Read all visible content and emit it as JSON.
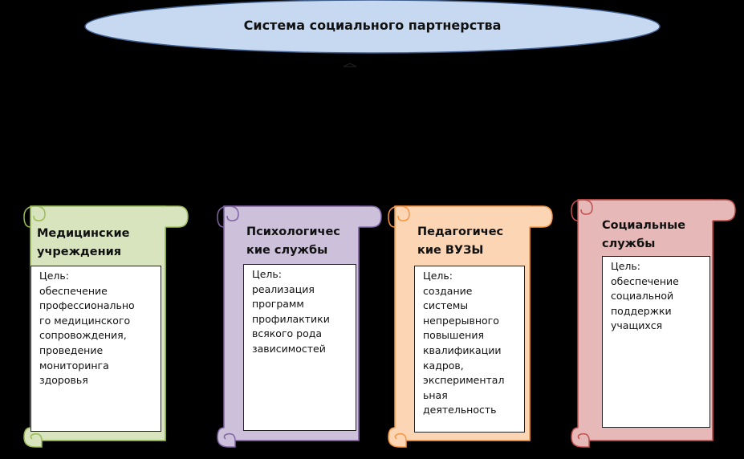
{
  "diagram": {
    "root": {
      "title": "Система социального партнерства",
      "fill": "#c6d9f1"
    },
    "nodes": [
      {
        "id": "medical",
        "title": "Медицинские\nучреждения",
        "body": "Цель:\nобеспечение\nпрофессионально\nго медицинского\nсопровождения,\nпроведение\nмониторинга\nздоровья",
        "fill": "#d7e4bd",
        "stroke": "#9bbb59"
      },
      {
        "id": "psych",
        "title": "Психологичес\nкие службы",
        "body": "Цель:\nреализация\nпрограмм\nпрофилактики\nвсякого рода\nзависимостей",
        "fill": "#ccc0da",
        "stroke": "#8064a2"
      },
      {
        "id": "pedagog",
        "title": "Педагогичес\nкие ВУЗЫ",
        "body": "Цель:\nсоздание\nсистемы\nнепрерывного\nповышения\nквалификации\nкадров,\nэкспериментал\nьная\nдеятельность",
        "fill": "#fcd5b5",
        "stroke": "#f79646"
      },
      {
        "id": "social",
        "title": "Социальные\nслужбы",
        "body": "Цель:\nобеспечение\nсоциальной\nподдержки\nучащихся",
        "fill": "#e6b9b8",
        "stroke": "#c0504d"
      }
    ]
  }
}
